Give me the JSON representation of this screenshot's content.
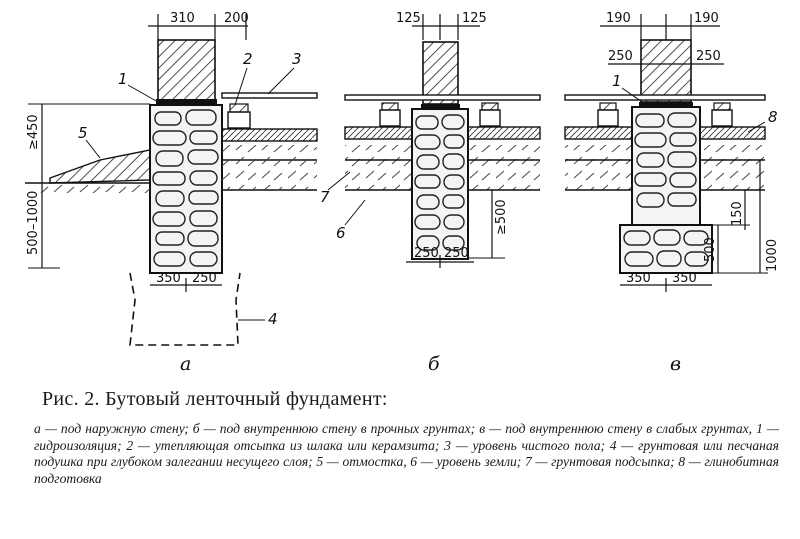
{
  "diagrams": {
    "a": {
      "sub_label": "а",
      "dims": {
        "top_left": "310",
        "top_right": "200",
        "bottom_left": "350",
        "bottom_right": "250",
        "height_upper": "≥450",
        "height_lower": "500–1000"
      },
      "labels": {
        "l1": "1",
        "l2": "2",
        "l3": "3",
        "l4": "4",
        "l5": "5"
      }
    },
    "b": {
      "sub_label": "б",
      "dims": {
        "top_left": "125",
        "top_right": "125",
        "bottom_left": "250",
        "bottom_right": "250",
        "depth": "≥500"
      },
      "labels": {
        "l6": "6",
        "l7": "7"
      }
    },
    "v": {
      "sub_label": "в",
      "dims": {
        "top_left": "190",
        "top_right": "190",
        "mid_left": "250",
        "mid_right": "250",
        "bottom_left": "350",
        "bottom_right": "350",
        "h150": "150",
        "h500": "500",
        "h1000": "1000"
      },
      "labels": {
        "l1": "1",
        "l8": "8"
      }
    }
  },
  "caption": {
    "title": "Рис. 2. Бутовый ленточный фундамент:",
    "legend": "а — под наружную стену; б — под внутреннюю стену в прочных грунтах; в — под внутреннюю стену в слабых грунтах, 1 — гидроизоляция; 2 — утепляющая отсыпка из шлака или керамзита; 3 — уровень чистого пола; 4 — грунтовая или песчаная подушка при глубоком залегании несущего слоя; 5 — отмостка, 6 — уровень земли; 7 — грунтовая подсыпка; 8 — глинобитная подготовка"
  }
}
